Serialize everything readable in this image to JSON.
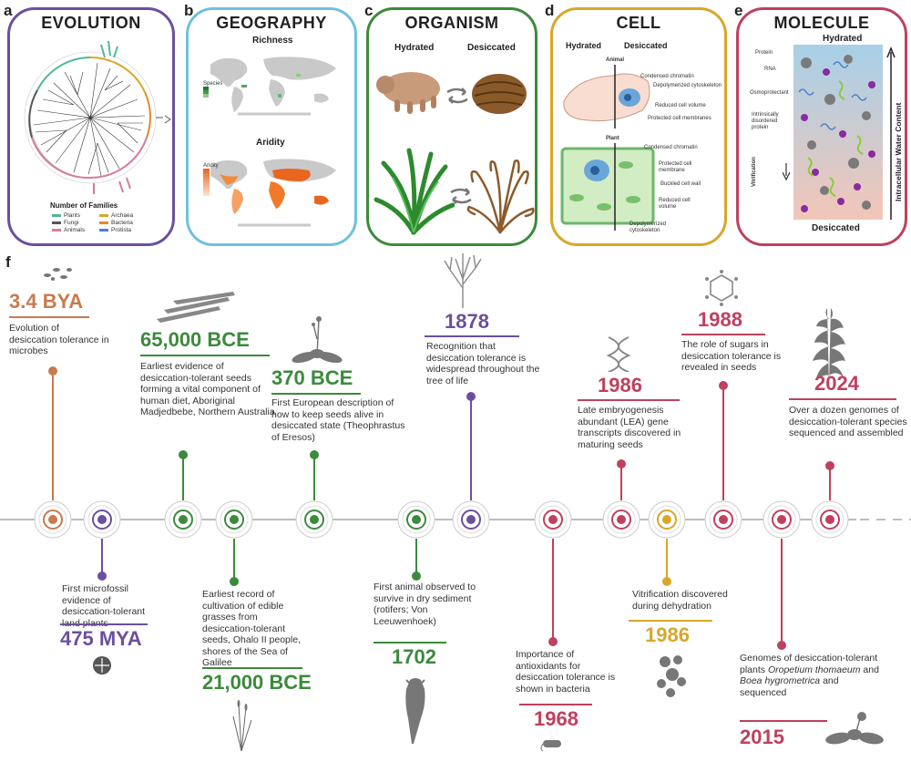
{
  "colors": {
    "brown": "#c87a4e",
    "purple": "#6b4fa0",
    "green": "#3c8a3c",
    "crimson": "#c0405e",
    "gold": "#d8a72a"
  },
  "panels": {
    "a": {
      "letter": "a",
      "title": "EVOLUTION",
      "legend_title": "Number of Families",
      "legend": [
        "Plants",
        "Fungi",
        "Animals",
        "Archaea",
        "Bacteria",
        "Protista"
      ]
    },
    "b": {
      "letter": "b",
      "title": "GEOGRAPHY",
      "richness": "Richness",
      "aridity": "Aridity",
      "species_label": "Species",
      "aridity_label": "Aridity"
    },
    "c": {
      "letter": "c",
      "title": "ORGANISM",
      "hydrated": "Hydrated",
      "desiccated": "Desiccated"
    },
    "d": {
      "letter": "d",
      "title": "CELL",
      "hydrated": "Hydrated",
      "desiccated": "Desiccated",
      "animal": "Animal",
      "plant": "Plant",
      "animal_notes": [
        "Condensed chromatin",
        "Depolymerized cytoskeleton",
        "Reduced cell volume",
        "Protected cell membranes"
      ],
      "plant_notes": [
        "Condensed chromatin",
        "Protected cell membrane",
        "Buckled cell wall",
        "Reduced cell volume",
        "Depolymerized cytoskeleton"
      ]
    },
    "e": {
      "letter": "e",
      "title": "MOLECULE",
      "hydrated": "Hydrated",
      "desiccated": "Desiccated",
      "axis": "Intracellular Water Content",
      "vitrification": "Vitrification",
      "notes": [
        "Protein",
        "RNA",
        "Osmoprotectant",
        "Intrinsically disordered protein"
      ]
    }
  },
  "timeline": {
    "letter": "f",
    "events": [
      {
        "year": "3.4 BYA",
        "text": "Evolution of desiccation tolerance in microbes"
      },
      {
        "year": "475 MYA",
        "text": "First microfossil evidence of desiccation-tolerant land plants"
      },
      {
        "year": "65,000 BCE",
        "text": "Earliest evidence of desiccation-tolerant seeds forming a vital component of human diet, Aboriginal Madjedbebe, Northern Australia"
      },
      {
        "year": "21,000 BCE",
        "text": "Earliest record of cultivation of edible grasses from desiccation-tolerant seeds, Ohalo II people, shores of the Sea of Galilee"
      },
      {
        "year": "370 BCE",
        "text": "First European description of how to keep seeds alive in desiccated state (Theophrastus of Eresos)"
      },
      {
        "year": "1702",
        "text": "First animal observed to survive in dry sediment (rotifers; Von Leeuwenhoek)"
      },
      {
        "year": "1878",
        "text": "Recognition that desiccation tolerance is widespread throughout the tree of life"
      },
      {
        "year": "1968",
        "text": "Importance of antioxidants for desiccation tolerance is shown in bacteria"
      },
      {
        "year": "1986",
        "text": "Late embryogenesis abundant (LEA) gene transcripts discovered in maturing seeds"
      },
      {
        "year": "1986",
        "text": "Vitrification discovered during dehydration"
      },
      {
        "year": "1988",
        "text": "The role of sugars in desiccation tolerance is revealed in seeds"
      },
      {
        "year": "2015",
        "text_a": "Genomes of desiccation-tolerant plants",
        "text_b": "Oropetium thomaeum",
        "text_c": "and",
        "text_d": "Boea hygrometrica",
        "text_e": "and sequenced"
      },
      {
        "year": "2024",
        "text": "Over a dozen genomes of desiccation-tolerant species sequenced and assembled"
      }
    ]
  }
}
